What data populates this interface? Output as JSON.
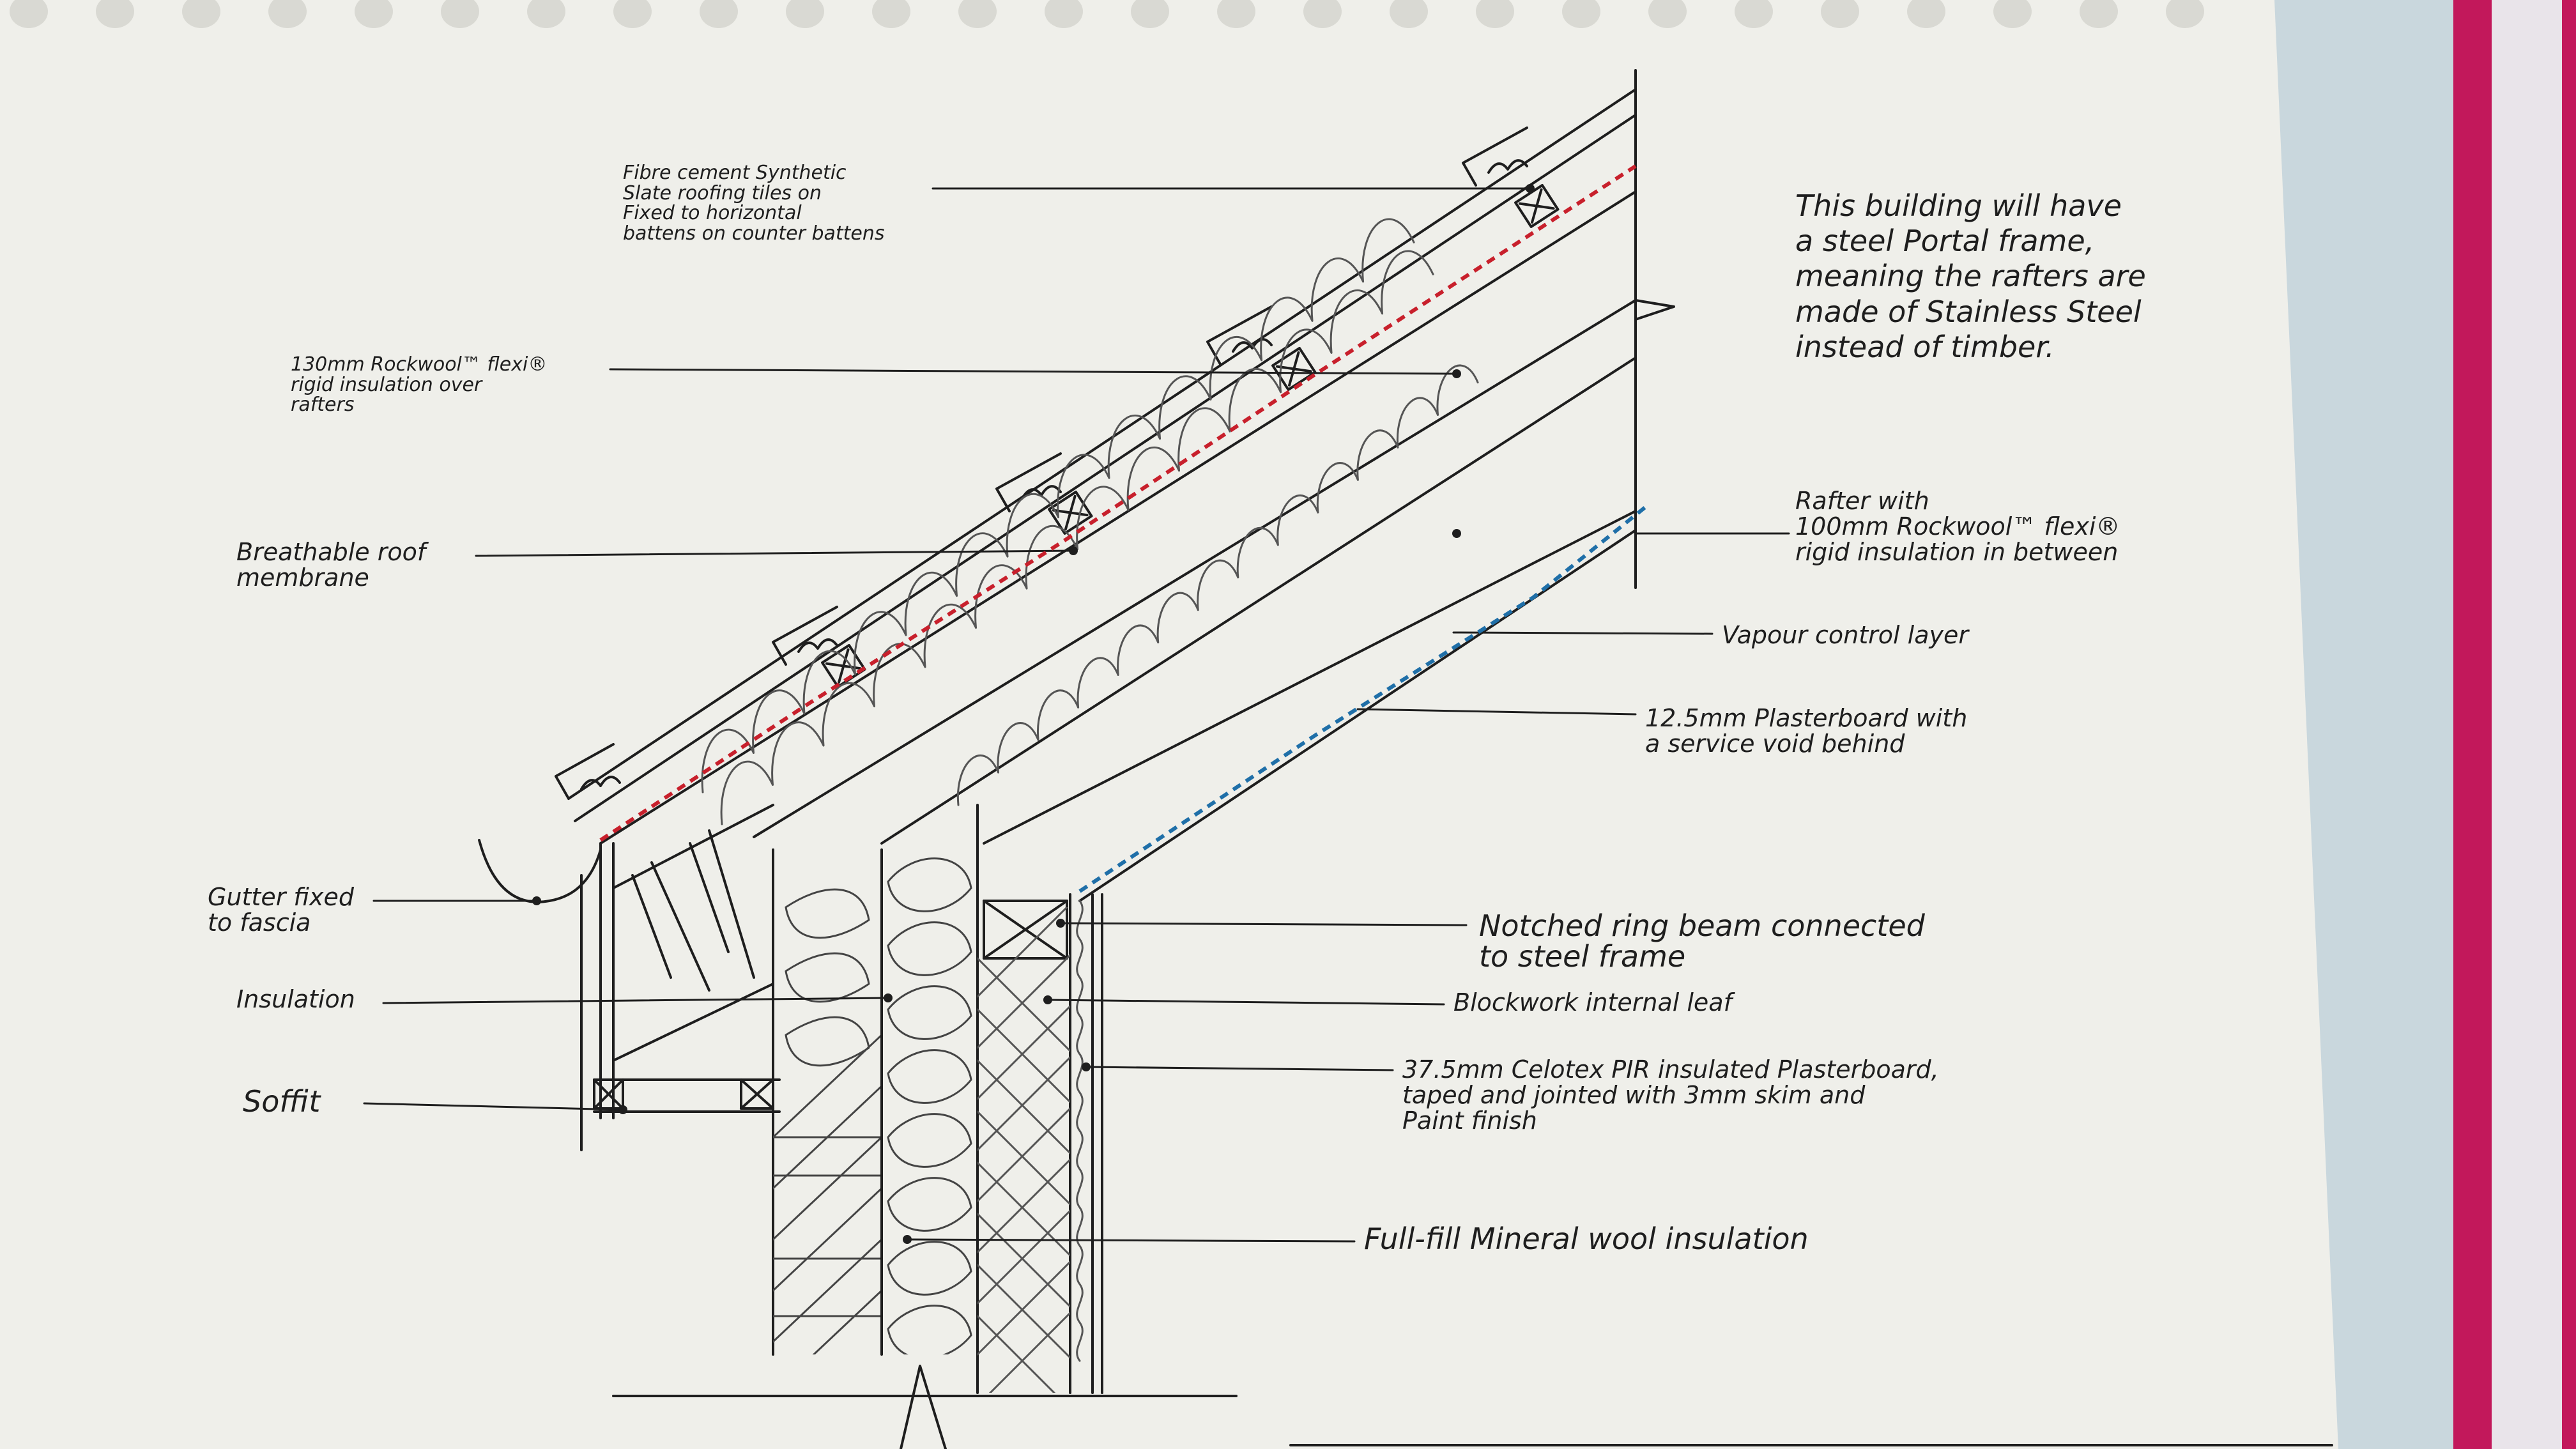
{
  "diagram": {
    "labels": {
      "tiles": {
        "lines": [
          "Fibre cement Synthetic",
          "Slate roofing tiles on",
          "Fixed to horizontal",
          "battens on counter battens"
        ]
      },
      "rockwool_over": {
        "lines": [
          "130mm Rockwool™ flexi®",
          "rigid insulation over",
          "rafters"
        ]
      },
      "membrane": {
        "lines": [
          "Breathable roof",
          "membrane"
        ]
      },
      "gutter": {
        "lines": [
          "Gutter fixed",
          "to fascia"
        ]
      },
      "insulation": {
        "lines": [
          "Insulation"
        ]
      },
      "soffit": {
        "lines": [
          "Soffit"
        ]
      },
      "rafter": {
        "lines": [
          "Rafter with",
          "100mm Rockwool™ flexi®",
          "rigid insulation in between"
        ]
      },
      "vapour": {
        "lines": [
          "Vapour control layer"
        ]
      },
      "plasterboard": {
        "lines": [
          "12.5mm Plasterboard with",
          "a service void behind"
        ]
      },
      "ring_beam": {
        "lines": [
          "Notched ring beam connected",
          "to steel frame"
        ]
      },
      "blockwork": {
        "lines": [
          "Blockwork internal leaf"
        ]
      },
      "celotex": {
        "lines": [
          "37.5mm Celotex PIR insulated Plasterboard,",
          "taped and jointed with 3mm skim and",
          "Paint finish"
        ]
      },
      "mineral_wool": {
        "lines": [
          "Full-fill Mineral wool insulation"
        ]
      }
    },
    "note": {
      "lines": [
        "This building will have",
        "a steel Portal frame,",
        "meaning the rafters are",
        "made of Stainless Steel",
        "instead of timber."
      ]
    },
    "colors": {
      "paper": "#efefea",
      "ink": "#1e1e1e",
      "membrane_red": "#c8202c",
      "vcl_blue": "#1f6fa8",
      "binder_pink": "#c2185b",
      "folder_blue": "#c9d7dd"
    }
  }
}
